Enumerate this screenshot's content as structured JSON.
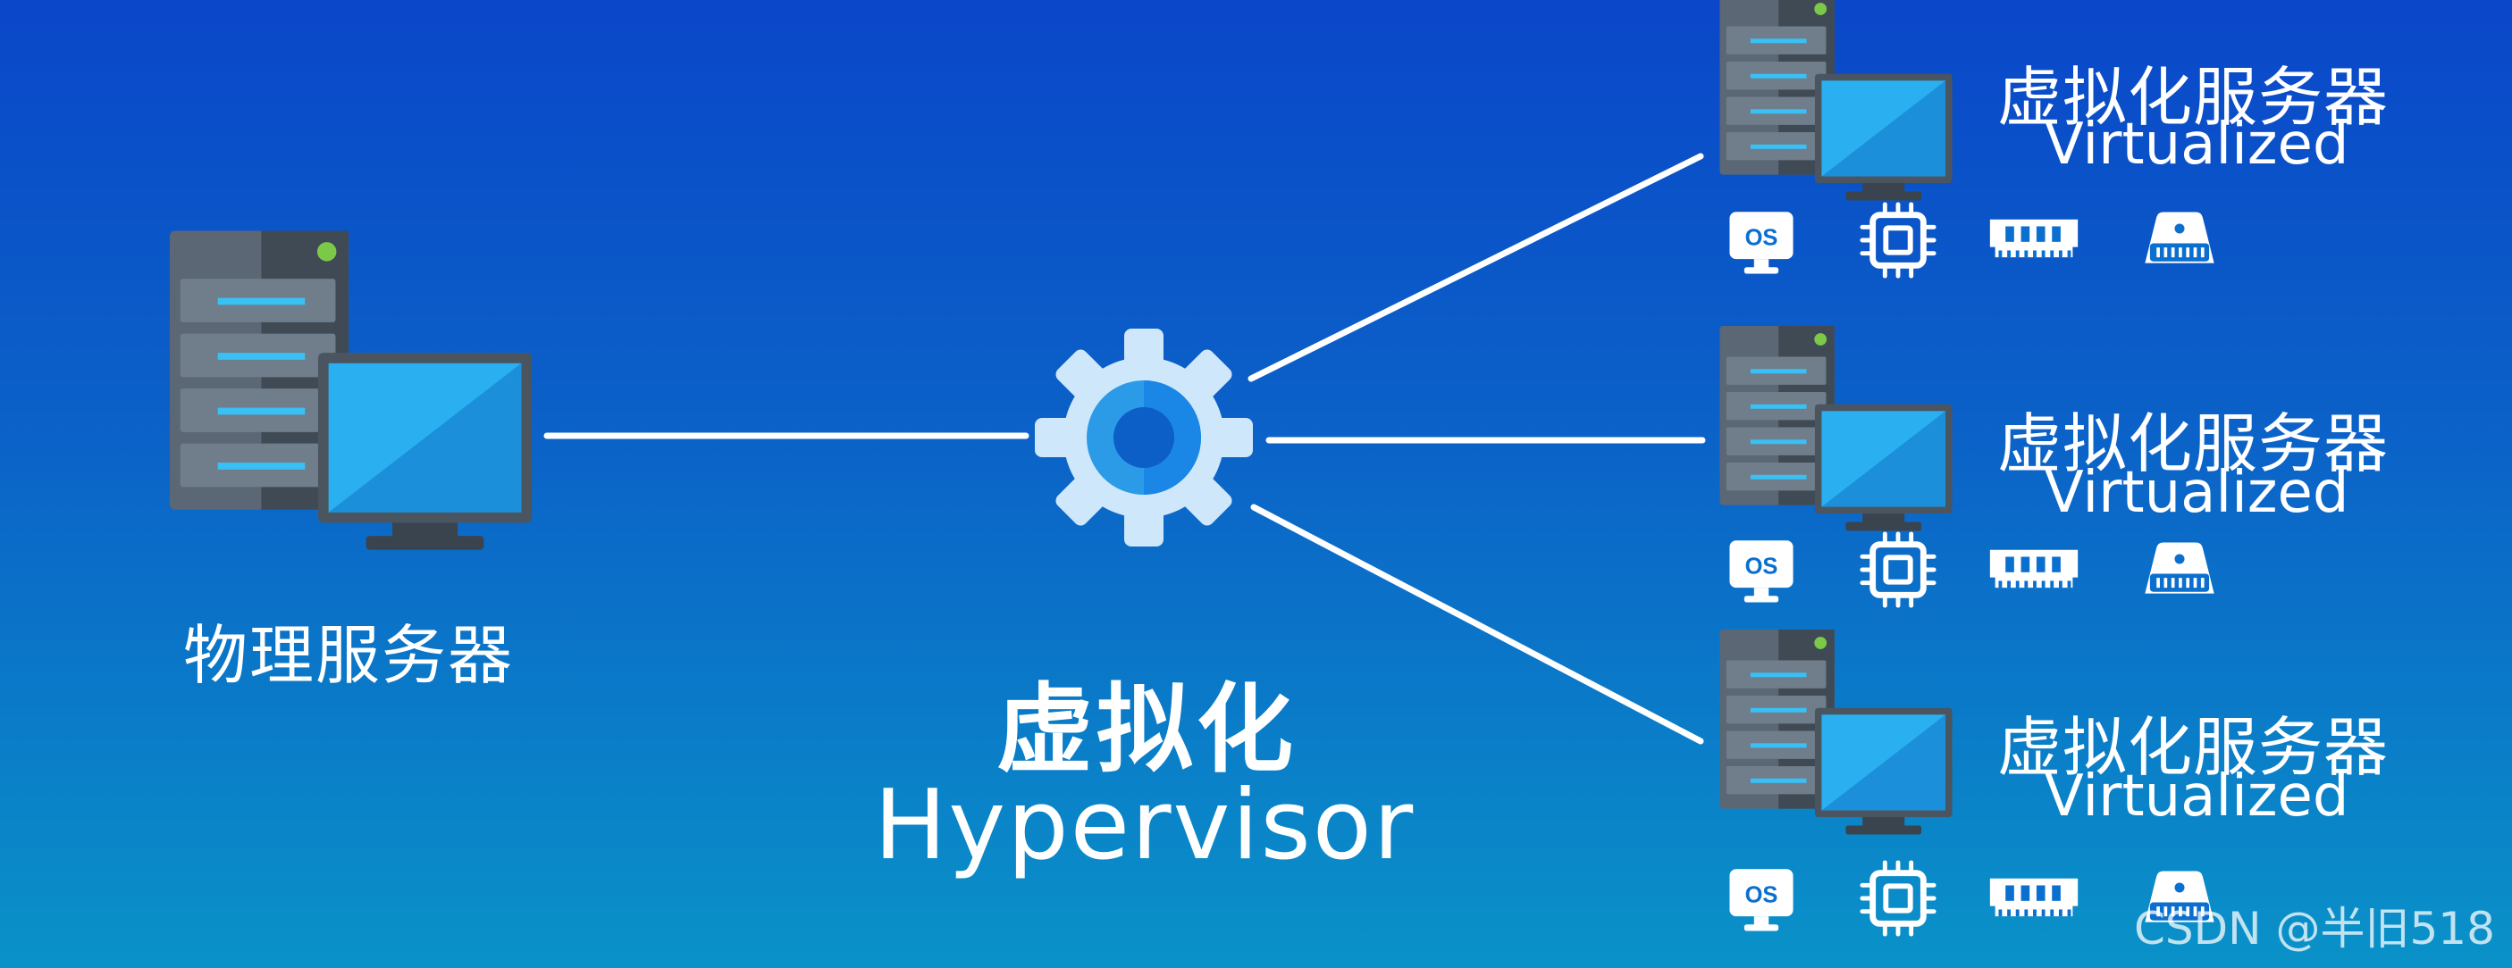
{
  "physical_server": {
    "label": "物理服务器",
    "icon": "server-monitor-icon"
  },
  "hypervisor": {
    "label_cn": "虚拟化",
    "label_en": "Hypervisor",
    "icon": "gear-icon"
  },
  "virtualized_servers": [
    {
      "title": "虚拟化服务器",
      "subtitle": "Virtualized",
      "resources": [
        "os-icon",
        "cpu-icon",
        "ram-icon",
        "disk-icon"
      ]
    },
    {
      "title": "虚拟化服务器",
      "subtitle": "Virtualized",
      "resources": [
        "os-icon",
        "cpu-icon",
        "ram-icon",
        "disk-icon"
      ]
    },
    {
      "title": "虚拟化服务器",
      "subtitle": "Virtualized",
      "resources": [
        "os-icon",
        "cpu-icon",
        "ram-icon",
        "disk-icon"
      ]
    }
  ],
  "os_badge_text": "OS",
  "watermark": "CSDN @半旧518",
  "colors": {
    "bg_top": "#0a47c9",
    "bg_bottom": "#0a92c8",
    "monitor_blue": "#2ab0f0",
    "server_gray": "#5b6774",
    "led_green": "#7cc94a",
    "gear_light": "#cfe7fb"
  }
}
